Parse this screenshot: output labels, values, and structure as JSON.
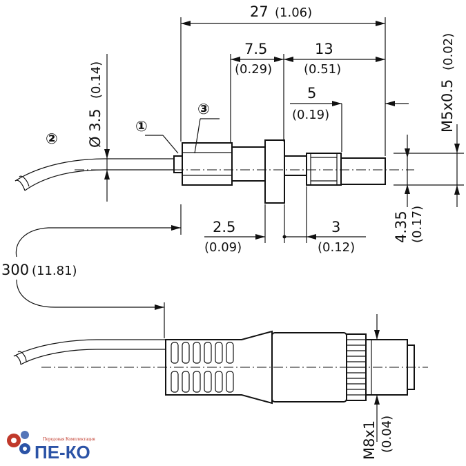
{
  "dimensions": {
    "overall_length": {
      "value": "27",
      "inch": "(1.06)"
    },
    "dim_7_5": {
      "value": "7.5",
      "inch": "(0.29)"
    },
    "dim_13": {
      "value": "13",
      "inch": "(0.51)"
    },
    "dim_5": {
      "value": "5",
      "inch": "(0.19)"
    },
    "thread_m5": {
      "value": "M5x0.5",
      "inch": "(0.02)"
    },
    "cable_diameter": {
      "value": "Ø 3.5",
      "inch": "(0.14)"
    },
    "dim_2_5": {
      "value": "2.5",
      "inch": "(0.09)"
    },
    "dim_3": {
      "value": "3",
      "inch": "(0.12)"
    },
    "dim_4_35": {
      "value": "4.35",
      "inch": "(0.17)"
    },
    "cable_length": {
      "value": "300",
      "inch": "(11.81)"
    },
    "thread_m8": {
      "value": "M8x1",
      "inch": "(0.04)"
    }
  },
  "callouts": {
    "one": "①",
    "two": "②",
    "three": "③"
  },
  "logo": {
    "name": "ПЕ-КО",
    "tagline": "Передовая Комплектация"
  },
  "colors": {
    "logo_blue": "#2b53a6",
    "logo_red": "#c0392b",
    "line": "#111111"
  }
}
